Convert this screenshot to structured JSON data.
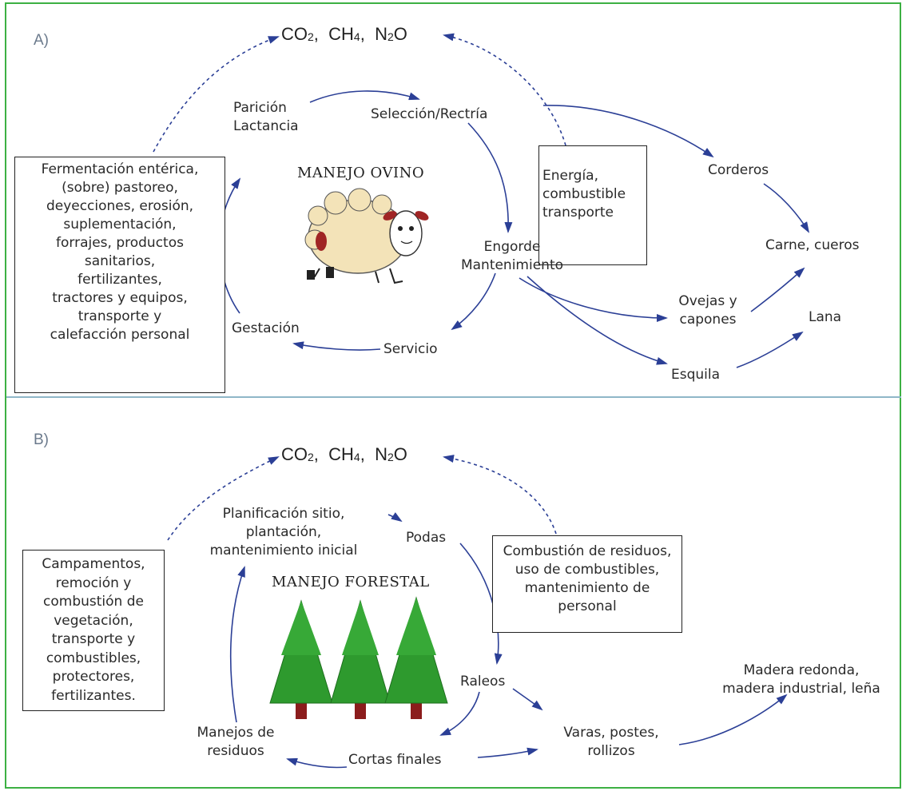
{
  "panel_a": {
    "label": "A)",
    "gases": {
      "co": "CO",
      "co_sub": "2",
      "ch": "CH",
      "ch_sub": "4",
      "n": "N",
      "n_sub": "2",
      "o": "O"
    },
    "title": "MANEJO OVINO",
    "left_box": [
      "Fermentación entérica,",
      "(sobre) pastoreo,",
      "deyecciones, erosión,",
      "suplementación,",
      "forrajes, productos",
      "sanitarios,",
      "fertilizantes,",
      "tractores y equipos,",
      "transporte y",
      "calefacción personal"
    ],
    "energy_box": [
      "Energía,",
      "combustible",
      "transporte"
    ],
    "nodes": {
      "paricion": [
        "Parición",
        "Lactancia"
      ],
      "seleccion": "Selección/Rectría",
      "engorde": [
        "Engorde",
        "Mantenimiento"
      ],
      "servicio": "Servicio",
      "gestacion": "Gestación",
      "corderos": "Corderos",
      "carne": "Carne, cueros",
      "ovejas": [
        "Ovejas y",
        "capones"
      ],
      "lana": "Lana",
      "esquila": "Esquila"
    }
  },
  "panel_b": {
    "label": "B)",
    "gases": {
      "co": "CO",
      "co_sub": "2",
      "ch": "CH",
      "ch_sub": "4",
      "n": "N",
      "n_sub": "2",
      "o": "O"
    },
    "title": "MANEJO FORESTAL",
    "left_box": [
      "Campamentos,",
      "remoción y",
      "combustión de",
      "vegetación,",
      "transporte y",
      "combustibles,",
      "protectores,",
      "fertilizantes."
    ],
    "right_box": [
      "Combustión de residuos,",
      "uso de combustibles,",
      "mantenimiento de",
      "personal"
    ],
    "nodes": {
      "planificacion": [
        "Planificación sitio,",
        "plantación,",
        "mantenimiento inicial"
      ],
      "podas": "Podas",
      "raleos": "Raleos",
      "cortas": "Cortas finales",
      "manejos": [
        "Manejos de",
        "residuos"
      ],
      "varas": [
        "Varas, postes,",
        "rollizos"
      ],
      "madera": [
        "Madera redonda,",
        "madera industrial, leña"
      ]
    }
  },
  "colors": {
    "frame": "#3cb043",
    "arrow": "#2b3f96",
    "divider": "#8fb7c8",
    "tree": "#2e9a2e",
    "trunk": "#8b1c1c",
    "sheep_wool": "#f3e3b8",
    "sheep_ears": "#a02525"
  }
}
